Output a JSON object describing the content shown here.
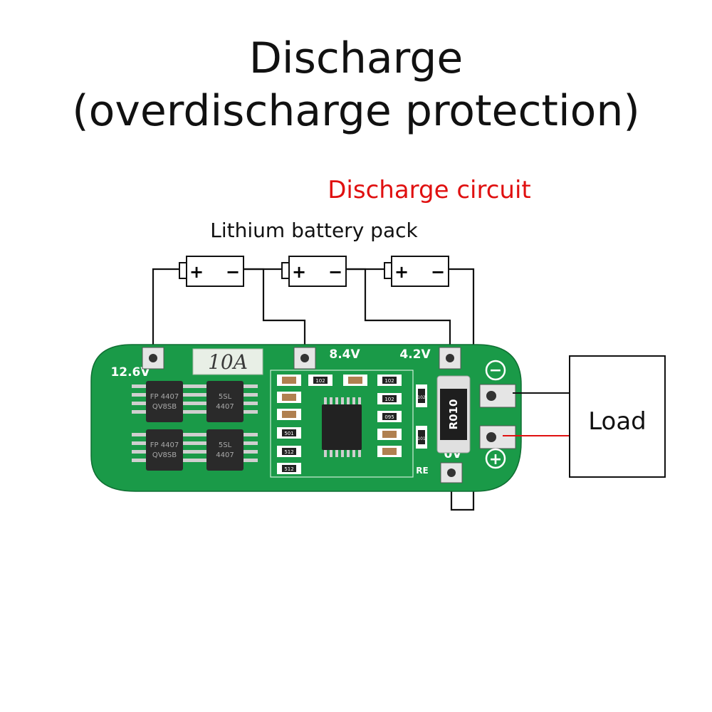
{
  "title_line1": "Discharge",
  "title_line2": "(overdischarge protection)",
  "circuit_label": "Discharge circuit",
  "pack_label": "Lithium battery pack",
  "cells": [
    {
      "plus": "+",
      "minus": "−"
    },
    {
      "plus": "+",
      "minus": "−"
    },
    {
      "plus": "+",
      "minus": "−"
    }
  ],
  "board": {
    "rating": "10A",
    "v_126": "12.6V",
    "v_84": "8.4V",
    "v_42": "4.2V",
    "v_0": "0V",
    "mark_re": "RE",
    "shunt": "R010",
    "mosfet_1a": "FP 4407",
    "mosfet_1b": "QV8SB",
    "mosfet_2a": "5SL",
    "mosfet_2b": "4407",
    "mosfet_3a": "FP 4407",
    "mosfet_3b": "QV8SB",
    "mosfet_4a": "5SL",
    "mosfet_4b": "4407",
    "smd_512a": "512",
    "smd_512b": "512",
    "smd_501": "501",
    "smd_102a": "102",
    "smd_102b": "102",
    "smd_102c": "102",
    "smd_102d": "102",
    "smd_095": "095",
    "smd_101": "101",
    "minus_sym": "−",
    "plus_sym": "+"
  },
  "load_label": "Load",
  "colors": {
    "circuit_label": "#e01010",
    "board": "#1a9a48",
    "wire": "#111111",
    "load_wire_pos": "#e01010"
  }
}
